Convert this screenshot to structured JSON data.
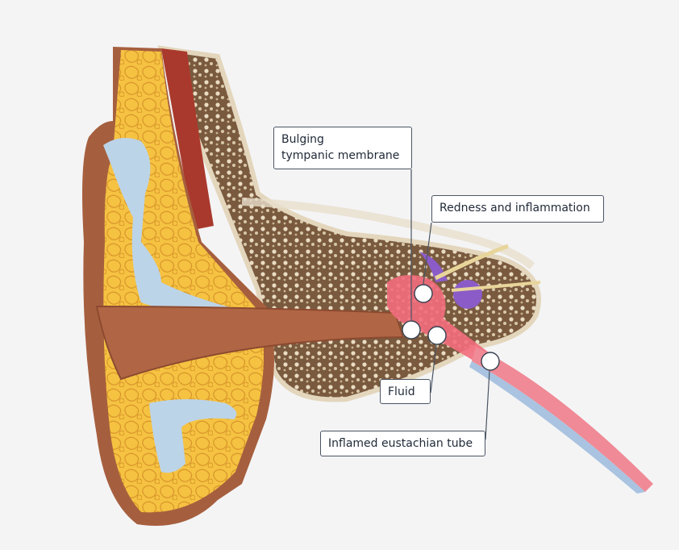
{
  "labels": {
    "bulging": {
      "line1": "Bulging",
      "line2": "tympanic membrane"
    },
    "redness": "Redness and inflammation",
    "fluid": "Fluid",
    "eustachian": "Inflamed eustachian tube"
  },
  "colors": {
    "background": "#f4f4f5",
    "skin": "#a65f3e",
    "fat": "#f5c242",
    "cartilage": "#bcd4e8",
    "bone": "#8a6a4d",
    "bone_surface": "#e7dcc4",
    "inflamed": "#f26d7d",
    "cochlea": "#8b5cc7",
    "nerve": "#e8d59a",
    "tube_blue": "#a9c3e0"
  }
}
